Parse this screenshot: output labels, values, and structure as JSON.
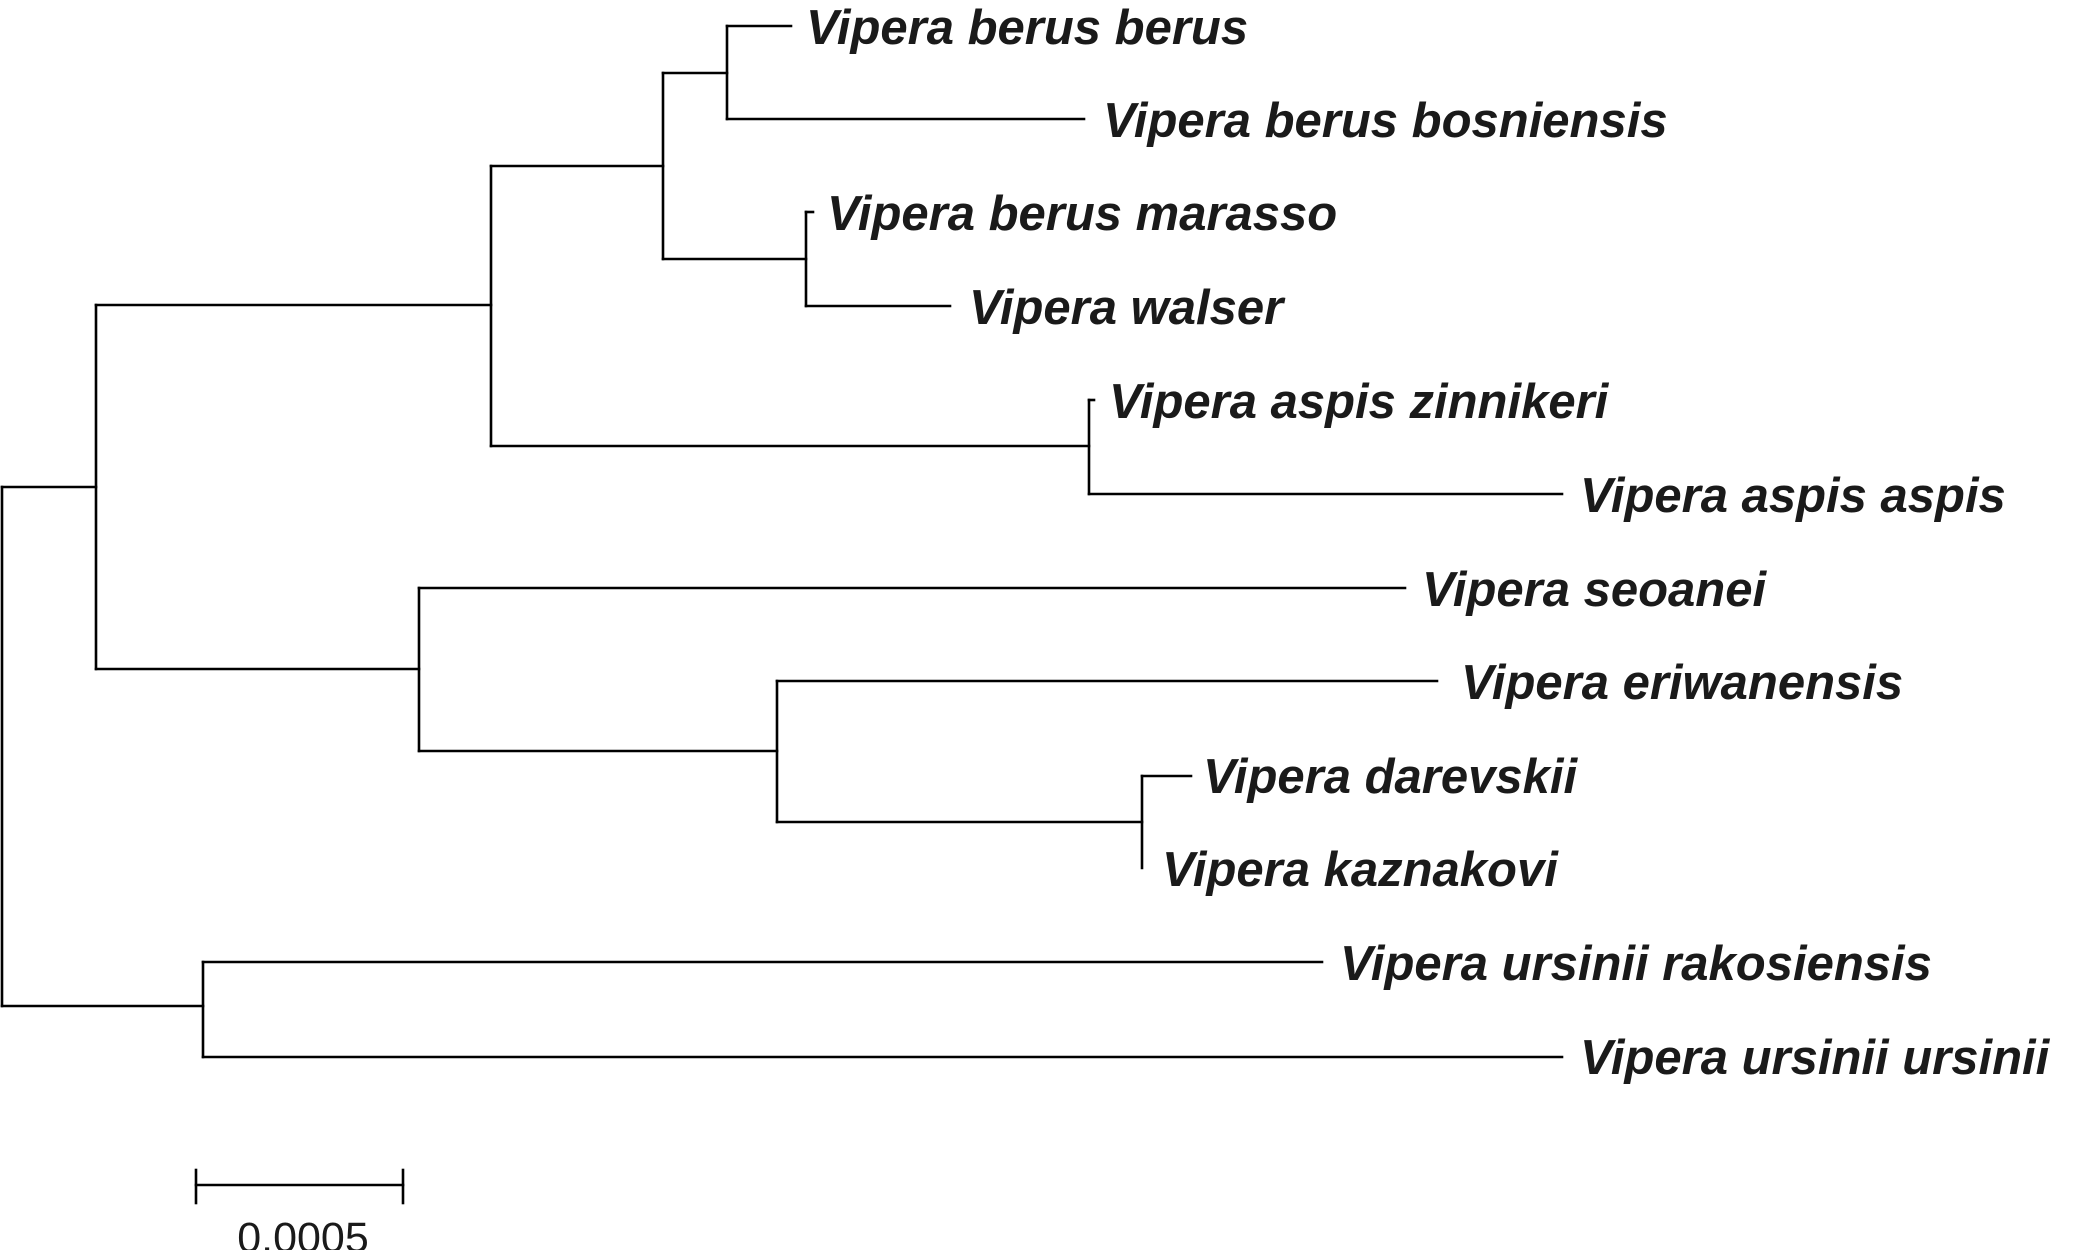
{
  "figure": {
    "type": "phylogenetic-tree",
    "line_color": "#000000",
    "text_color": "#1a1a1a"
  },
  "taxa": [
    "Vipera berus berus",
    "Vipera berus bosniensis",
    "Vipera berus marasso",
    "Vipera walser",
    "Vipera aspis zinnikeri",
    "Vipera aspis aspis",
    "Vipera seoanei",
    "Vipera eriwanensis",
    "Vipera darevskii",
    "Vipera kaznakovi",
    "Vipera ursinii rakosiensis",
    "Vipera ursinii ursinii"
  ],
  "scale_bar": {
    "value": 0.0005,
    "label": "0.0005"
  }
}
